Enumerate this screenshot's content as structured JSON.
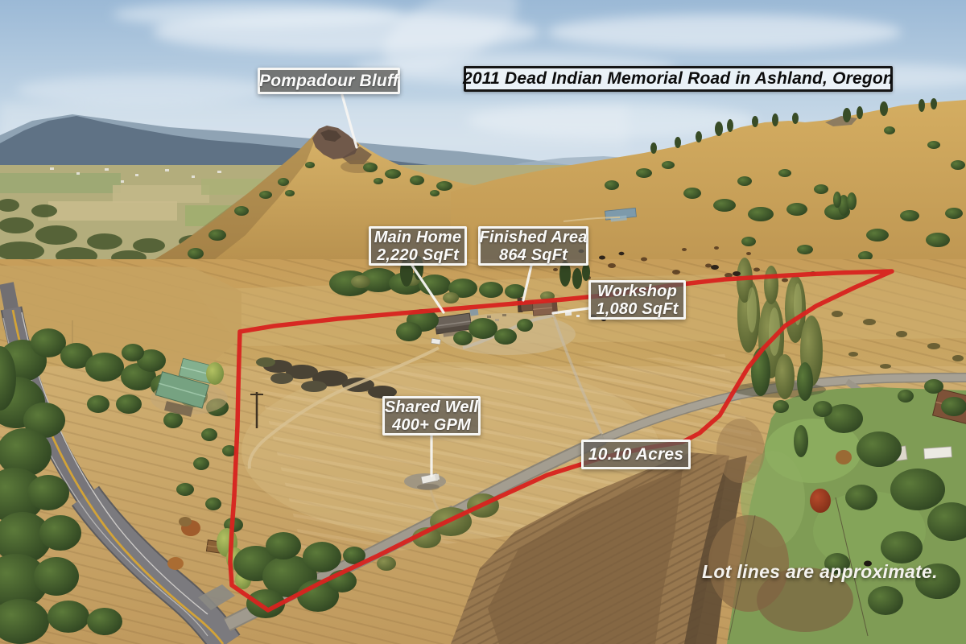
{
  "banner": {
    "address_label": "2011 Dead Indian Memorial Road in Ashland, Oregon"
  },
  "callouts": {
    "bluff": {
      "name": "Pompadour Bluff"
    },
    "main_home": {
      "name": "Main Home",
      "detail": "2,220 SqFt"
    },
    "finished_area": {
      "name": "Finished Area",
      "detail": "864 SqFt"
    },
    "workshop": {
      "name": "Workshop",
      "detail": "1,080 SqFt"
    },
    "shared_well": {
      "name": "Shared Well",
      "detail": "400+ GPM"
    },
    "acreage": {
      "name": "10.10 Acres"
    }
  },
  "disclaimer": {
    "text": "Lot lines are approximate."
  },
  "colors": {
    "boundary_line": "#d7231f",
    "pointer_line": "#f7f6f3",
    "callout_dark_bg": "rgba(96,92,86,0.78)",
    "callout_border": "#f6f6f4",
    "banner_bg": "rgba(236,242,248,0.95)",
    "banner_border": "#161616"
  }
}
